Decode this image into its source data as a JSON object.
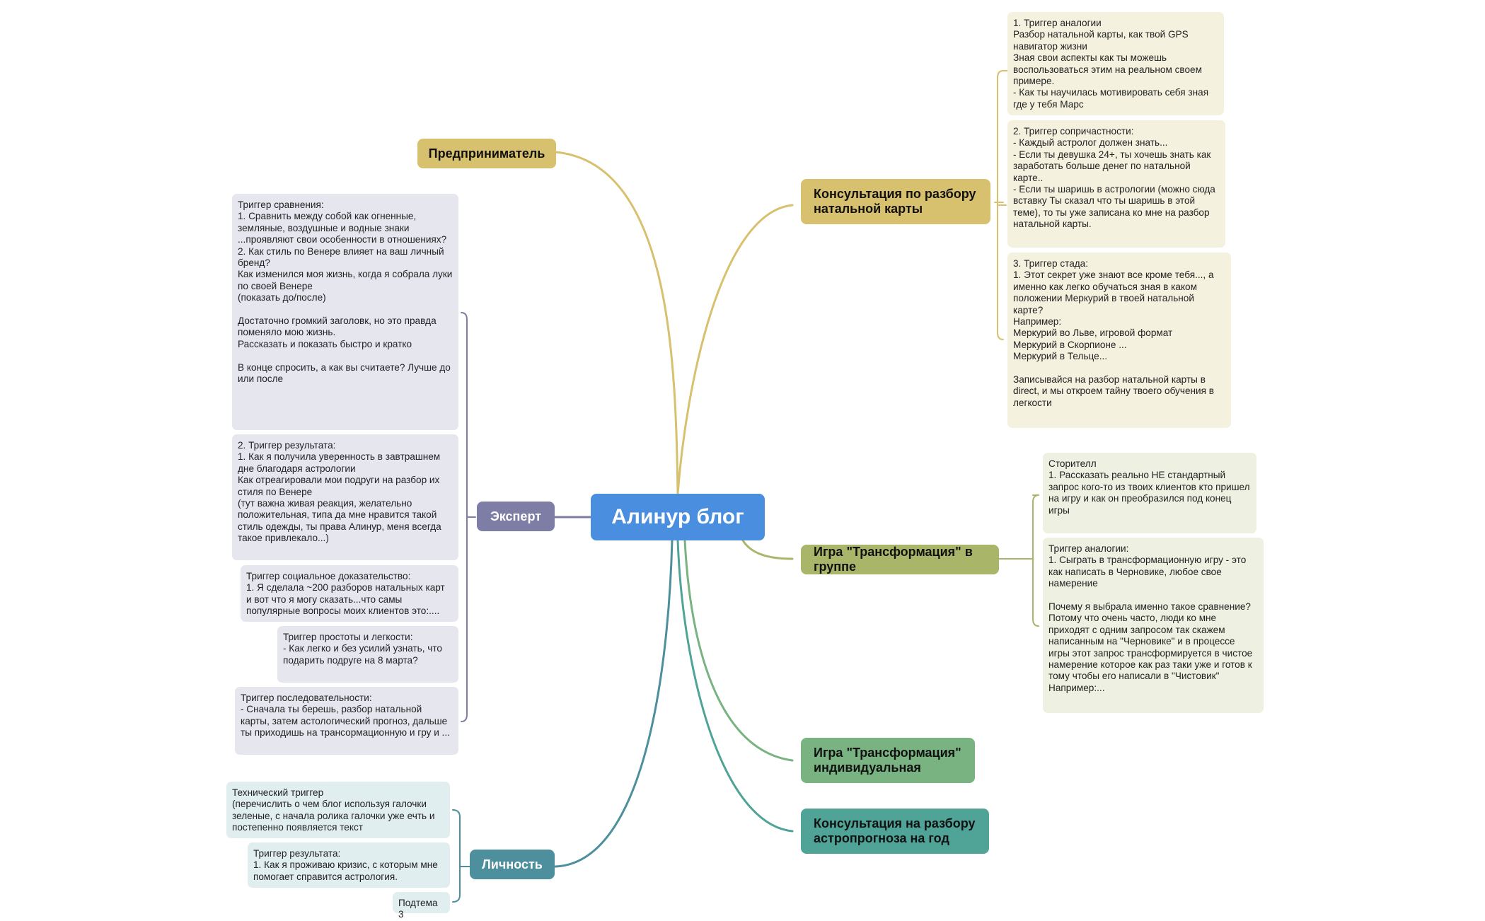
{
  "root": {
    "label": "Алинур блог"
  },
  "colors": {
    "root": "#4a8ee0",
    "predprinimatel": "#d7c16e",
    "konsultaciya": "#d7c16e",
    "igra_gruppa": "#a9b66a",
    "igra_ind": "#79b381",
    "astro": "#4fa497",
    "ekspert": "#7d7da6",
    "lichnost": "#4d8f9c"
  },
  "branches": {
    "predprinimatel": {
      "label": "Предприниматель"
    },
    "konsultaciya": {
      "label": "Консультация по разбору натальной карты"
    },
    "igra_gruppa": {
      "label": "Игра \"Трансформация\" в группе"
    },
    "igra_ind": {
      "label": "Игра \"Трансформация\" индивидуальная"
    },
    "astro": {
      "label": "Консультация на разбору астропрогноза на год"
    },
    "ekspert": {
      "label": "Эксперт"
    },
    "lichnost": {
      "label": "Личность"
    }
  },
  "notes": {
    "konsultaciya": [
      "1. Триггер аналогии\nРазбор натальной карты, как твой GPS навигатор жизни\nЗная свои аспекты как ты можешь воспользоваться этим на реальном своем примере.\n- Как ты научилась мотивировать себя зная где у тебя Марс",
      "2. Триггер сопричастности:\n- Каждый астролог должен знать...\n- Если ты девушка 24+, ты хочешь знать как заработать больше денег по натальной карте..\n- Если ты шаришь в астрологии (можно сюда вставку Ты сказал что ты шаришь в этой теме), то ты уже записана ко мне на разбор натальной карты.",
      "3. Триггер стада:\n1. Этот секрет уже знают все кроме тебя..., а именно как легко обучаться зная в каком положении Меркурий в твоей натальной карте?\nНапример:\nМеркурий во Льве, игровой формат\nМеркурий в Скорпионе ...\nМеркурий в Тельце...\n\nЗаписывайся на разбор натальной карты в direct, и мы откроем тайну твоего обучения в легкости"
    ],
    "igra_gruppa": [
      "Сторителл\n1. Рассказать реально НЕ стандартный запрос кого-то из твоих клиентов кто пришел на игру и как он преобразился под конец игры",
      "Триггер аналогии:\n1. Сыграть в трансформационную игру - это как написать в Черновике, любое свое намерение\n\nПочему я выбрала именно такое сравнение?\nПотому что очень часто, люди ко мне приходят с одним запросом так скажем написанным на \"Черновике\" и в процессе игры этот запрос трансформируется в чистое намерение которое как раз таки уже и готов к тому чтобы его написали в \"Чистовик\"\nНапример:..."
    ],
    "ekspert": [
      "Триггер сравнения:\n1. Сравнить между собой как огненные, земляные, воздушные и водные знаки ...проявляют свои особенности в отношениях?\n2. Как стиль по Венере влияет на ваш личный бренд?\nКак изменился моя жизнь, когда я собрала луки по своей Венере\n(показать до/после)\n\nДостаточно громкий заголовк, но это правда поменяло мою жизнь.\nРассказать и показать быстро и кратко\n\nВ конце спросить, а как вы считаете? Лучше до или после",
      "2. Триггер результата:\n1. Как я получила уверенность в завтрашнем дне благодаря астрологии\nКак отреагировали мои подруги на разбор их стиля по Венере\n(тут важна живая реакция, желательно положительная, типа да мне нравится такой стиль одежды, ты права Алинур, меня всегда такое привлекало...)",
      "Триггер социальное доказательство:\n1. Я сделала ~200 разборов натальных карт и вот что я могу сказать...что самы популярные вопросы моих клиентов это:....",
      "Триггер простоты и легкости:\n- Как легко и без усилий узнать, что подарить подруге на 8 марта?",
      "Триггер последовательности:\n- Сначала ты берешь, разбор натальной карты, затем астологический прогноз, дальше ты приходишь на трансормационную и гру и ..."
    ],
    "lichnost": [
      "Технический триггер\n(перечислить о чем блог используя галочки зеленые, с начала ролика галочки уже ечть и постепенно появляется текст",
      "Триггер результата:\n1. Как я проживаю кризис, с которым мне помогает справится астрология.",
      "Подтема 3"
    ]
  }
}
